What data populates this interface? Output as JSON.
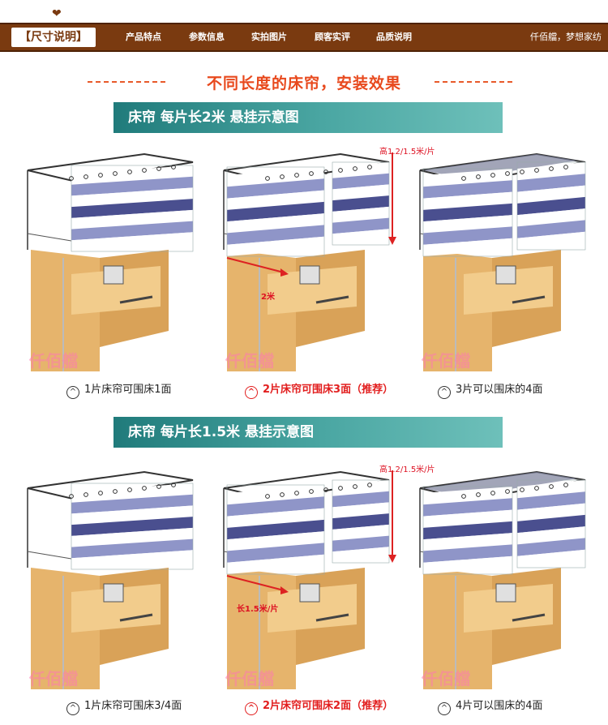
{
  "header": {
    "brand_tab": "【尺寸说明】",
    "nav": [
      "产品特点",
      "参数信息",
      "实拍图片",
      "顾客实评",
      "品质说明"
    ],
    "slogan": "仟佰艡，梦想家纺"
  },
  "headline": "不同长度的床帘，安装效果",
  "sections": [
    {
      "title": "床帘  每片长2米  悬挂示意图",
      "height_note": "高1.2/1.5米/片",
      "length_note": "2米",
      "captions": [
        "1片床帘可围床1面",
        "2片床帘可围床3面（推荐）",
        "3片可以围床的4面"
      ]
    },
    {
      "title": "床帘  每片长1.5米  悬挂示意图",
      "height_note": "高1.2/1.5米/片",
      "length_note": "长1.5米/片",
      "captions": [
        "1片床帘可围床3/4面",
        "2片床帘可围床2面（推荐）",
        "4片可以围床的4面"
      ]
    }
  ],
  "watermark": "仟佰艡",
  "colors": {
    "header": "#7a3a10",
    "accent": "#e8491d",
    "teal": "#3a9894",
    "stripe_dark": "#4a4f8f",
    "stripe_light": "#8f95c8",
    "wood": "#e6b46c"
  }
}
